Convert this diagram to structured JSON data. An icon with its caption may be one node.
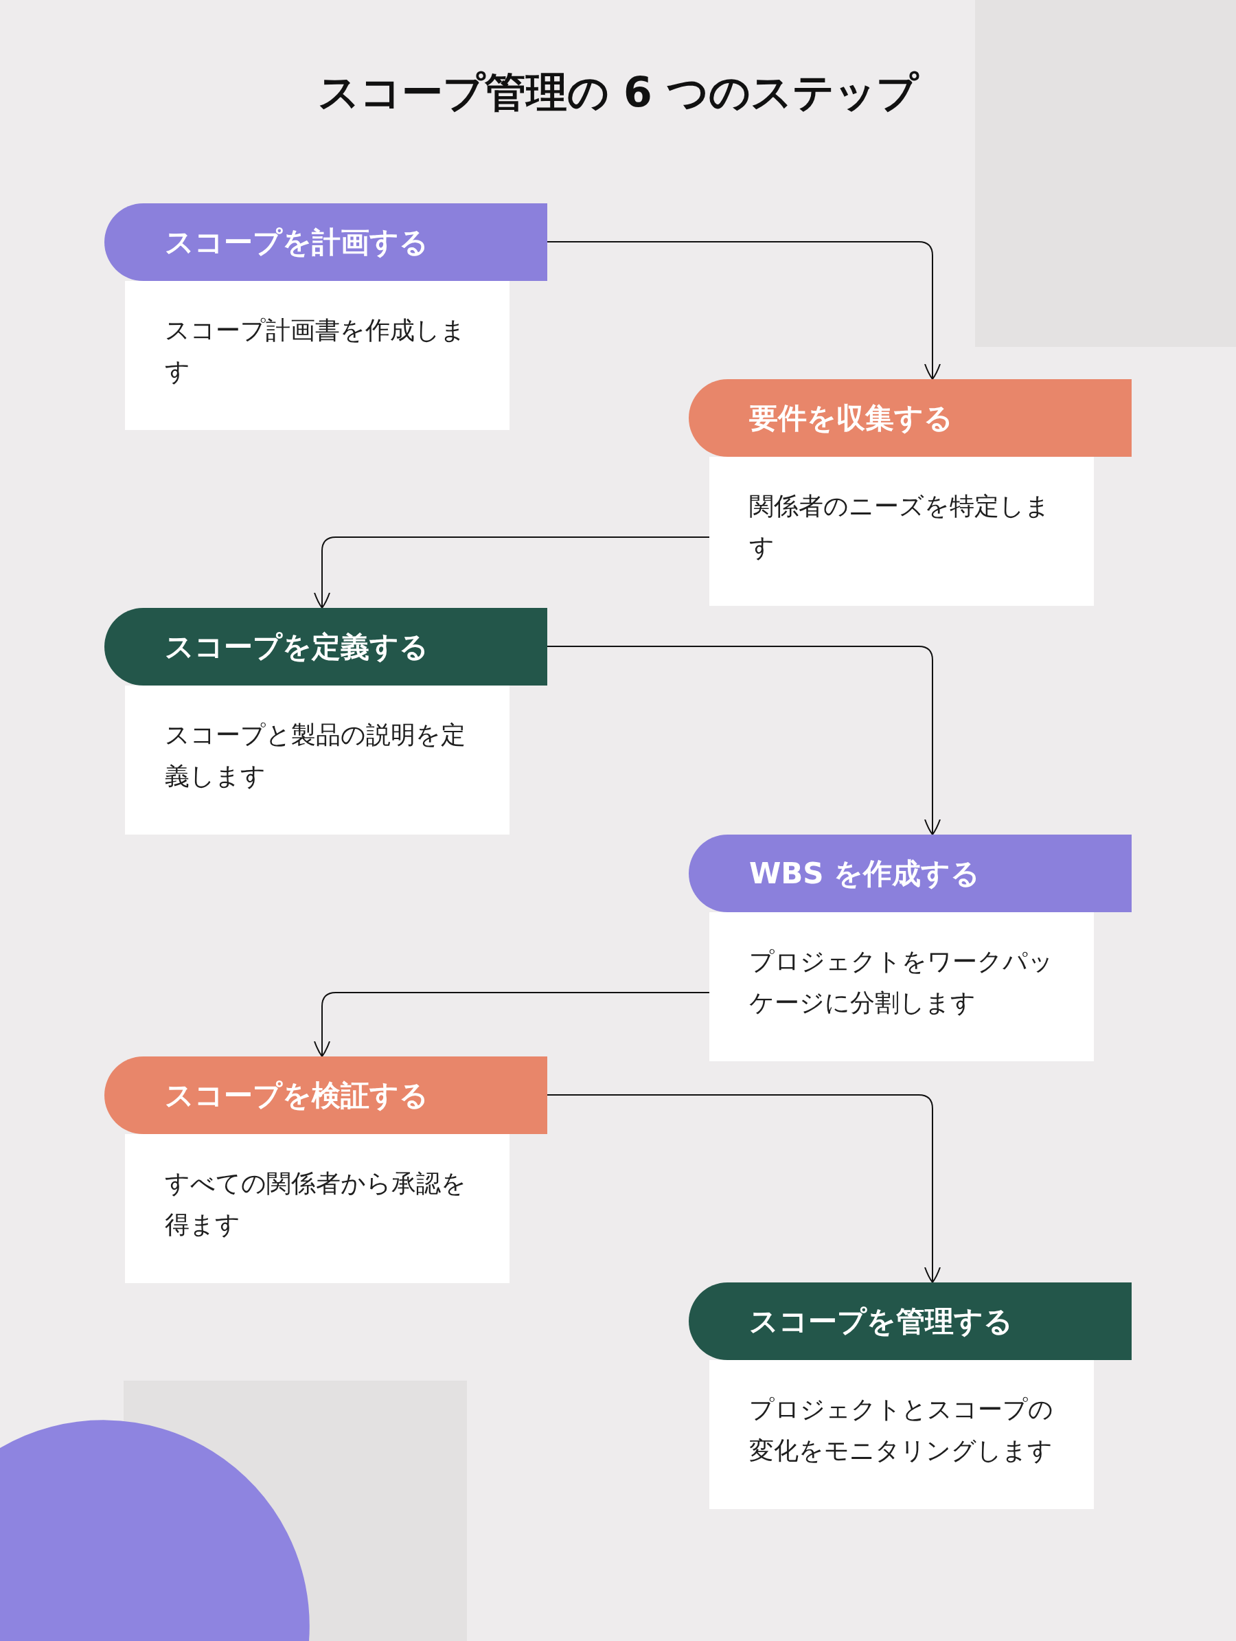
{
  "diagram": {
    "title": "スコープ管理の 6 つのステップ",
    "nodes": [
      {
        "text": [
          "スコープを計画する",
          "スコープ計画書を作成します"
        ]
      },
      {
        "text": [
          "要件を収集する",
          "関係者のニーズを特定します"
        ]
      },
      {
        "text": [
          "スコープを定義する",
          "スコープと製品の説明を定義します"
        ]
      },
      {
        "text": [
          "WBS を作成する",
          "プロジェクトをワークパッケージに分割します"
        ]
      },
      {
        "text": [
          "スコープを検証する",
          "すべての関係者から承認を得ます"
        ]
      },
      {
        "text": [
          "スコープを管理する",
          "プロジェクトとスコープの変化をモニタリングします"
        ]
      }
    ],
    "edges": [
      {
        "from": 0,
        "to": 1,
        "arrow": "to"
      },
      {
        "from": 1,
        "to": 2,
        "arrow": "to"
      },
      {
        "from": 2,
        "to": 3,
        "arrow": "to"
      },
      {
        "from": 3,
        "to": 4,
        "arrow": "to"
      },
      {
        "from": 4,
        "to": 5,
        "arrow": "to"
      }
    ]
  }
}
